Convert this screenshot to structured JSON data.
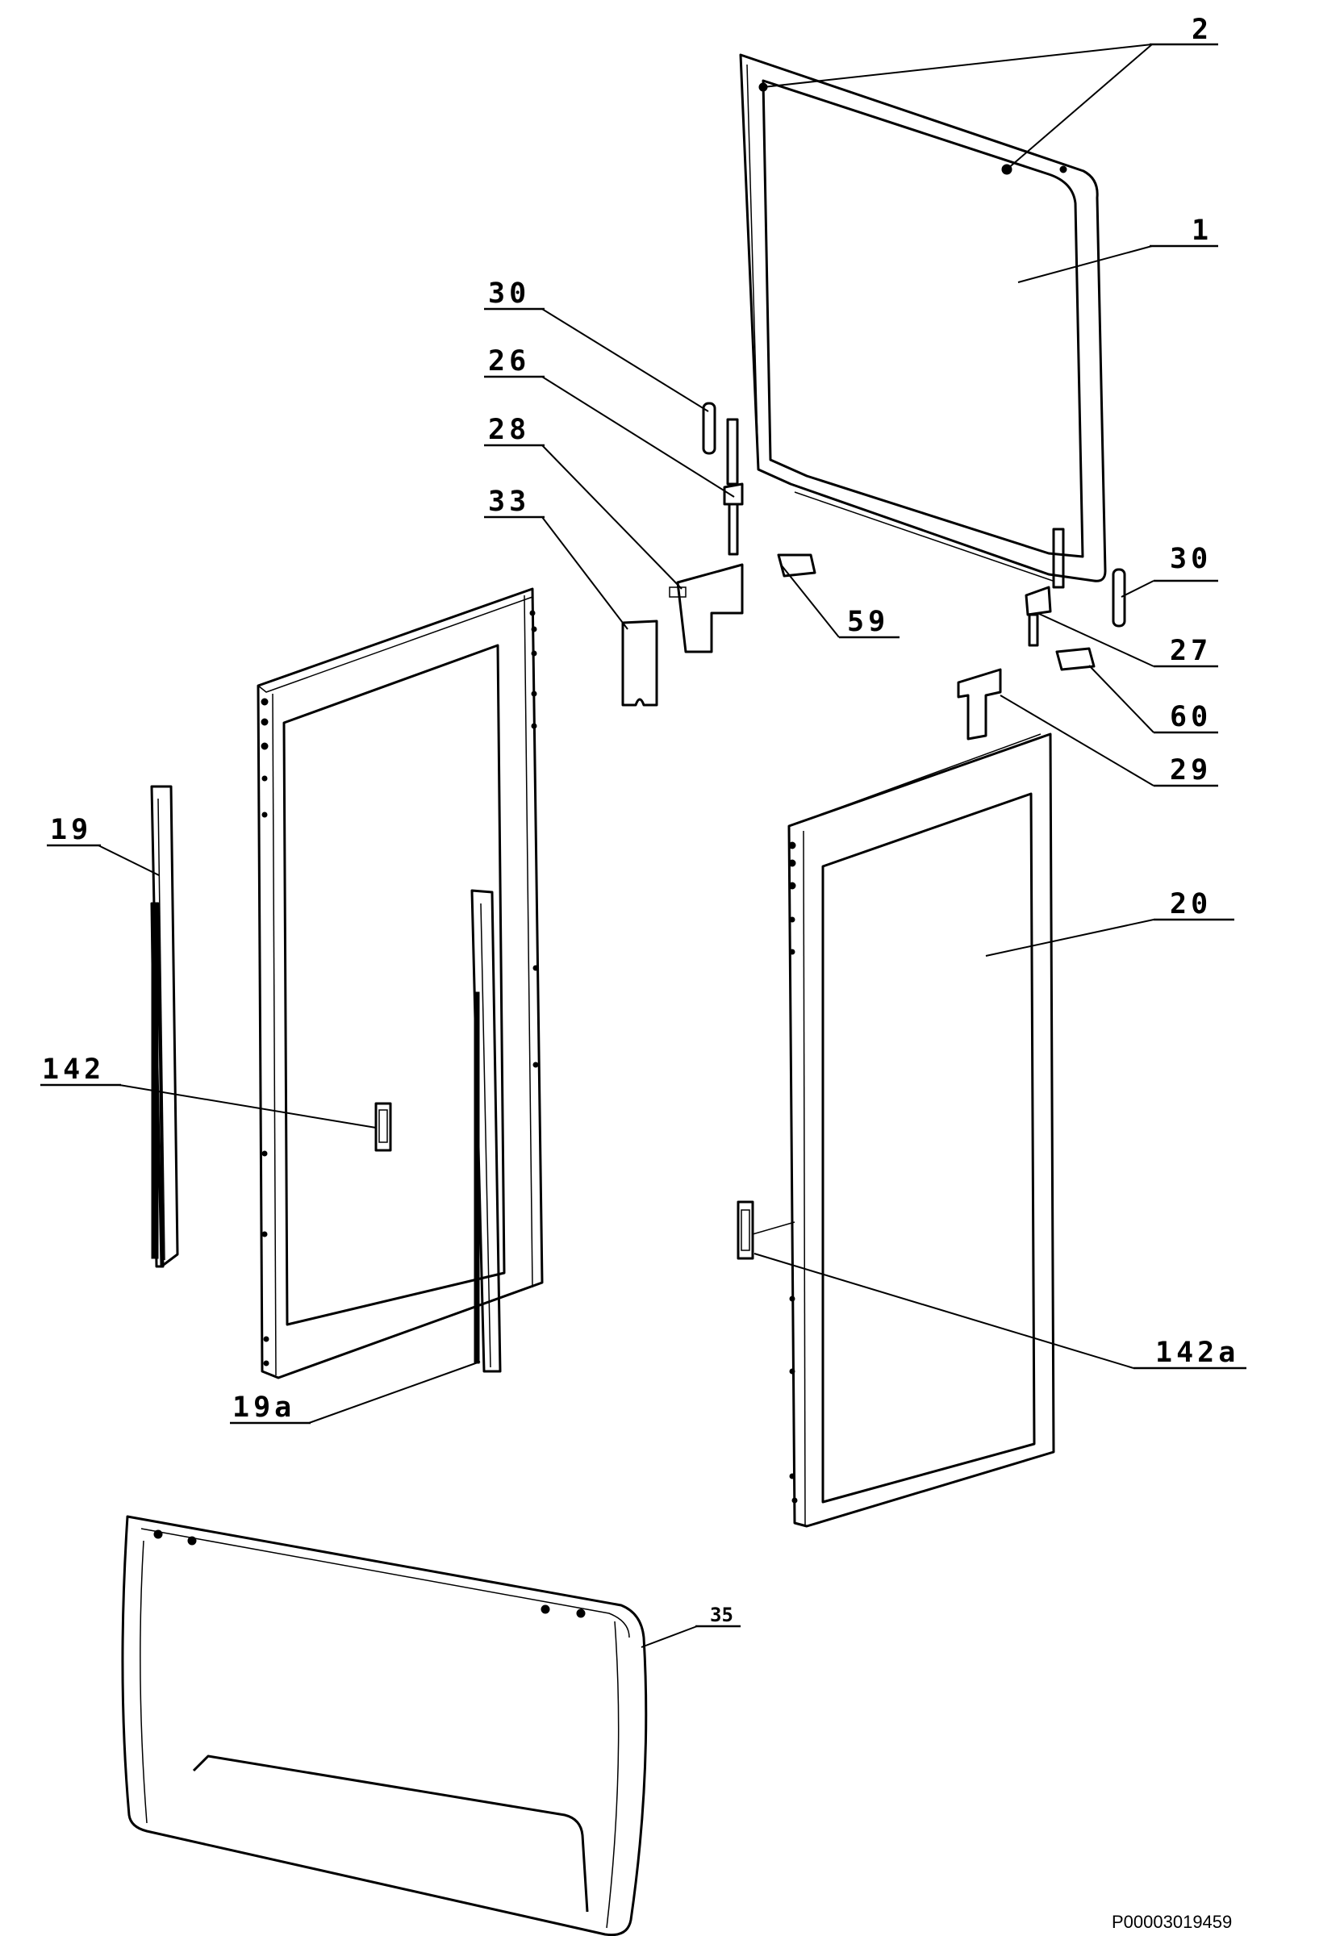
{
  "labels": {
    "l1": "1",
    "l2": "2",
    "l30a": "30",
    "l26": "26",
    "l28": "28",
    "l33": "33",
    "l59": "59",
    "l30b": "30",
    "l27": "27",
    "l60": "60",
    "l29": "29",
    "l19": "19",
    "l20": "20",
    "l142": "142",
    "l142a": "142a",
    "l19a": "19a",
    "l35": "35"
  },
  "reference": "P00003019459"
}
